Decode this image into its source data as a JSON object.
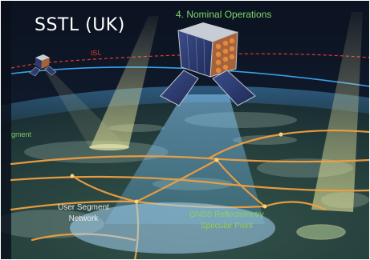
{
  "title": "SSTL (UK)",
  "phase_label": "4. Nominal Operations",
  "isl_label": "ISL",
  "segment_label": "gment",
  "user_segment_label": [
    "User Segment",
    "Network"
  ],
  "gnss_label": [
    "GNSS Reflectometry",
    "Specular Point"
  ],
  "colors": {
    "phase_text": "#7fd86a",
    "isl_link": "#e03a2a",
    "beam_link": "#3aa0e8",
    "ground_network": "#f0a040",
    "gnss_text": "#8fcf58"
  },
  "icons": [
    "satellite-main-icon",
    "satellite-small-icon",
    "earth-horizon"
  ]
}
